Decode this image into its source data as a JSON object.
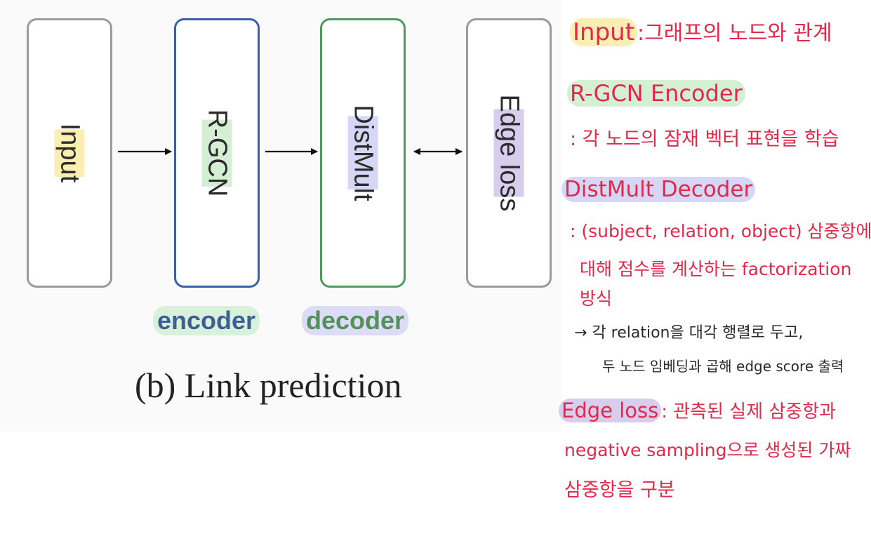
{
  "diagram": {
    "nodes": [
      {
        "id": "input",
        "label": "Input",
        "border_color": "#9a9a9a",
        "highlight": "#fbeeb2"
      },
      {
        "id": "rgcn",
        "label": "R-GCN",
        "border_color": "#3a5ea8",
        "highlight": "#d4efd4"
      },
      {
        "id": "distmult",
        "label": "DistMult",
        "border_color": "#4f9a5f",
        "highlight": "#d6d7f6"
      },
      {
        "id": "edgeloss",
        "label": "Edge loss",
        "border_color": "#9a9a9a",
        "highlight": "#d9cdee"
      }
    ],
    "edges": [
      {
        "from": "input",
        "to": "rgcn",
        "direction": "forward"
      },
      {
        "from": "rgcn",
        "to": "distmult",
        "direction": "forward"
      },
      {
        "from": "distmult",
        "to": "edgeloss",
        "direction": "both"
      }
    ],
    "role_labels": {
      "encoder": {
        "text": "encoder",
        "color": "#3d5f93",
        "highlight": "#d8f1da"
      },
      "decoder": {
        "text": "decoder",
        "color": "#52905c",
        "highlight": "#dcdcf7"
      }
    },
    "caption": "(b) Link prediction"
  },
  "notes": {
    "input_term": "Input",
    "input_desc": ":그래프의 노드와 관계",
    "rgcn_title": "R-GCN Encoder",
    "rgcn_desc": ": 각 노드의 잠재 벡터 표현을 학습",
    "distmult_title": "DistMult Decoder",
    "distmult_desc1": ": (subject, relation, object) 삼중항에",
    "distmult_desc2": "대해 점수를 계산하는 factorization",
    "distmult_desc3": "방식",
    "distmult_sub1": "→ 각 relation을 대각 행렬로 두고,",
    "distmult_sub2": "두 노드 임베딩과 곱해 edge score 출력",
    "edgeloss_term": "Edge loss",
    "edgeloss_desc1": ": 관측된 실제 삼중항과",
    "edgeloss_desc2": "negative sampling으로 생성된 가짜",
    "edgeloss_desc3": "삼중항을 구분"
  },
  "colors": {
    "note_red": "#e0294b",
    "note_dark": "#2a2a2a",
    "hl_yellow": "#fbeeb2",
    "hl_green": "#d4efd4",
    "hl_blue": "#d6d7f6",
    "hl_purple": "#d9cdee"
  }
}
